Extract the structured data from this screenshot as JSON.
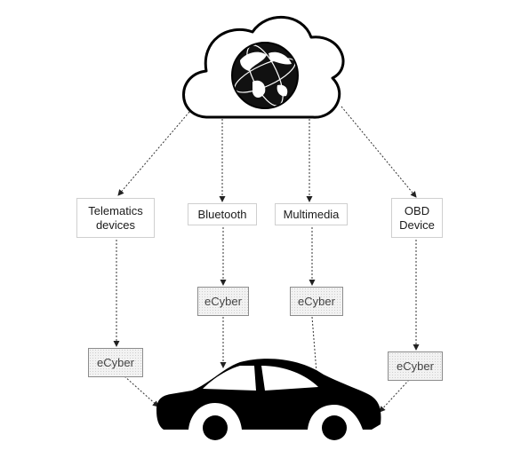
{
  "diagram": {
    "cloud": {
      "icon": "globe-icon"
    },
    "channels": [
      {
        "label": "Telematics\ndevices"
      },
      {
        "label": "Bluetooth"
      },
      {
        "label": "Multimedia"
      },
      {
        "label": "OBD\nDevice"
      }
    ],
    "security_boxes": [
      {
        "label": "eCyber"
      },
      {
        "label": "eCyber"
      },
      {
        "label": "eCyber"
      },
      {
        "label": "eCyber"
      }
    ],
    "vehicle": {
      "icon": "car-icon"
    },
    "colors": {
      "line": "#333333",
      "node_border": "#cfcfcf",
      "ecyber_border": "#8c8c8c",
      "car": "#000000"
    }
  }
}
